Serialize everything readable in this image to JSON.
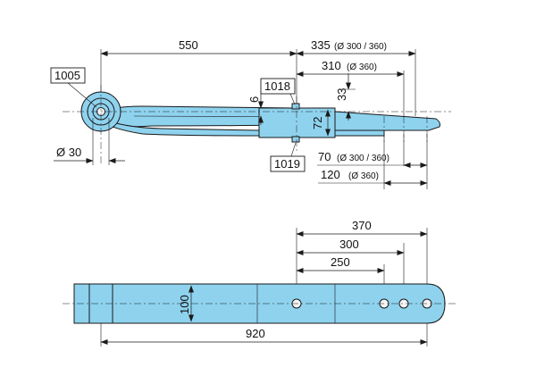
{
  "top_view": {
    "dim_550": "550",
    "dim_335": "335",
    "dim_335_note": "(Ø 300 / 360)",
    "dim_310": "310",
    "dim_310_note": "(Ø 360)",
    "dim_6": "6",
    "dim_33": "33",
    "dim_72": "72",
    "dim_70": "70",
    "dim_70_note": "(Ø 300 / 360)",
    "dim_120": "120",
    "dim_120_note": "(Ø 360)",
    "dim_dia30": "Ø 30",
    "callout_1005": "1005",
    "callout_1018": "1018",
    "callout_1019": "1019"
  },
  "bottom_view": {
    "dim_370": "370",
    "dim_300": "300",
    "dim_250": "250",
    "dim_100": "100",
    "dim_920": "920"
  }
}
